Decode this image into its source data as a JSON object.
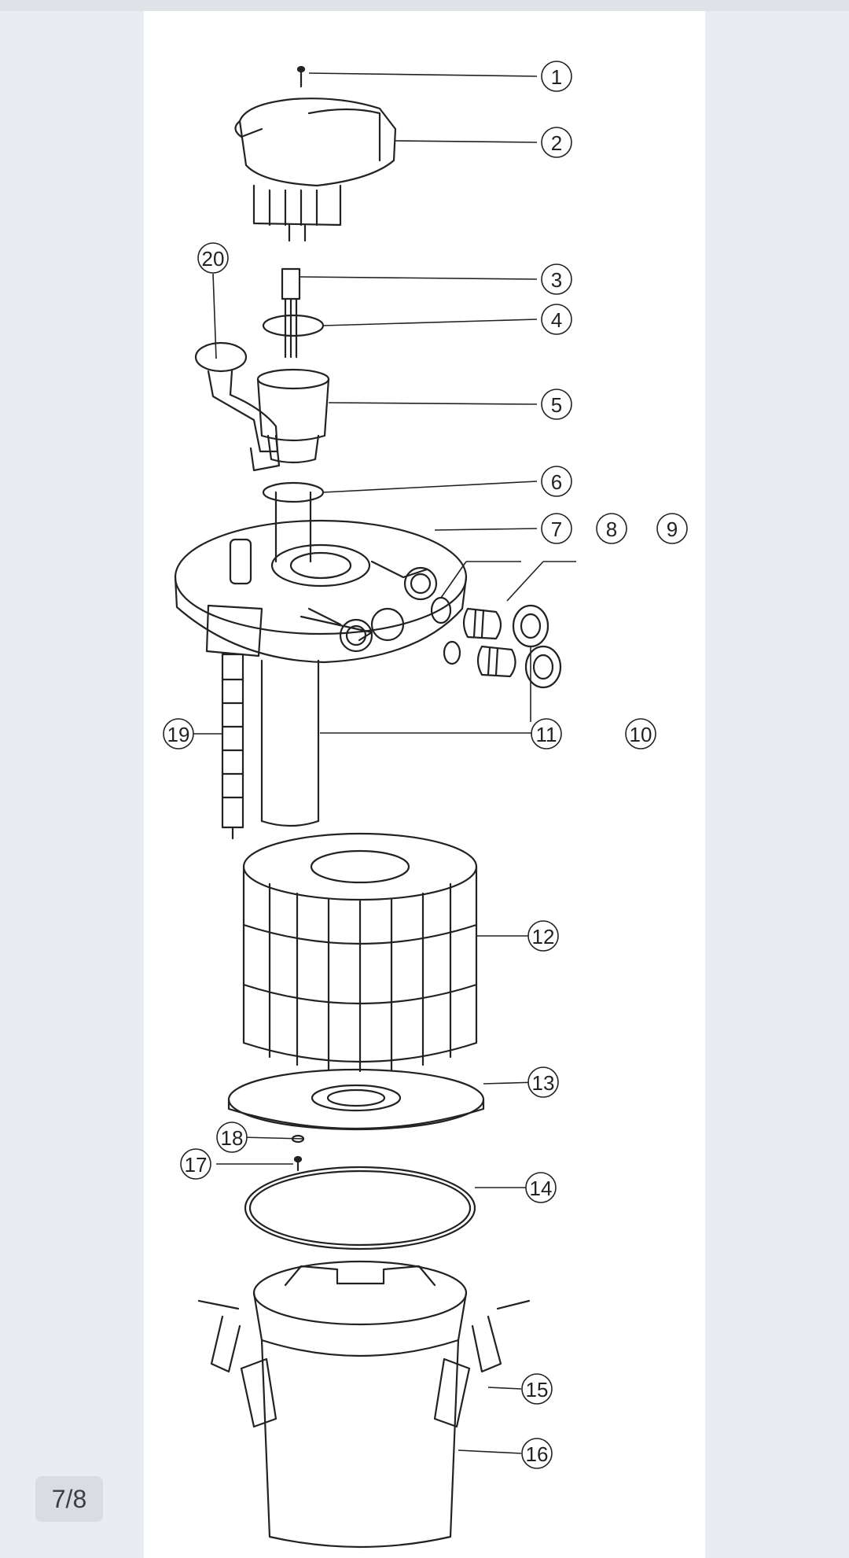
{
  "viewer": {
    "page_counter": "7/8"
  },
  "diagram": {
    "callouts": [
      "1",
      "2",
      "3",
      "4",
      "5",
      "6",
      "7",
      "8",
      "9",
      "10",
      "11",
      "12",
      "13",
      "14",
      "15",
      "16",
      "17",
      "18",
      "19",
      "20"
    ]
  },
  "colors": {
    "background": "#e9edf1",
    "page": "#ffffff",
    "line": "#222222",
    "counter_bg": "#d9dde1"
  }
}
